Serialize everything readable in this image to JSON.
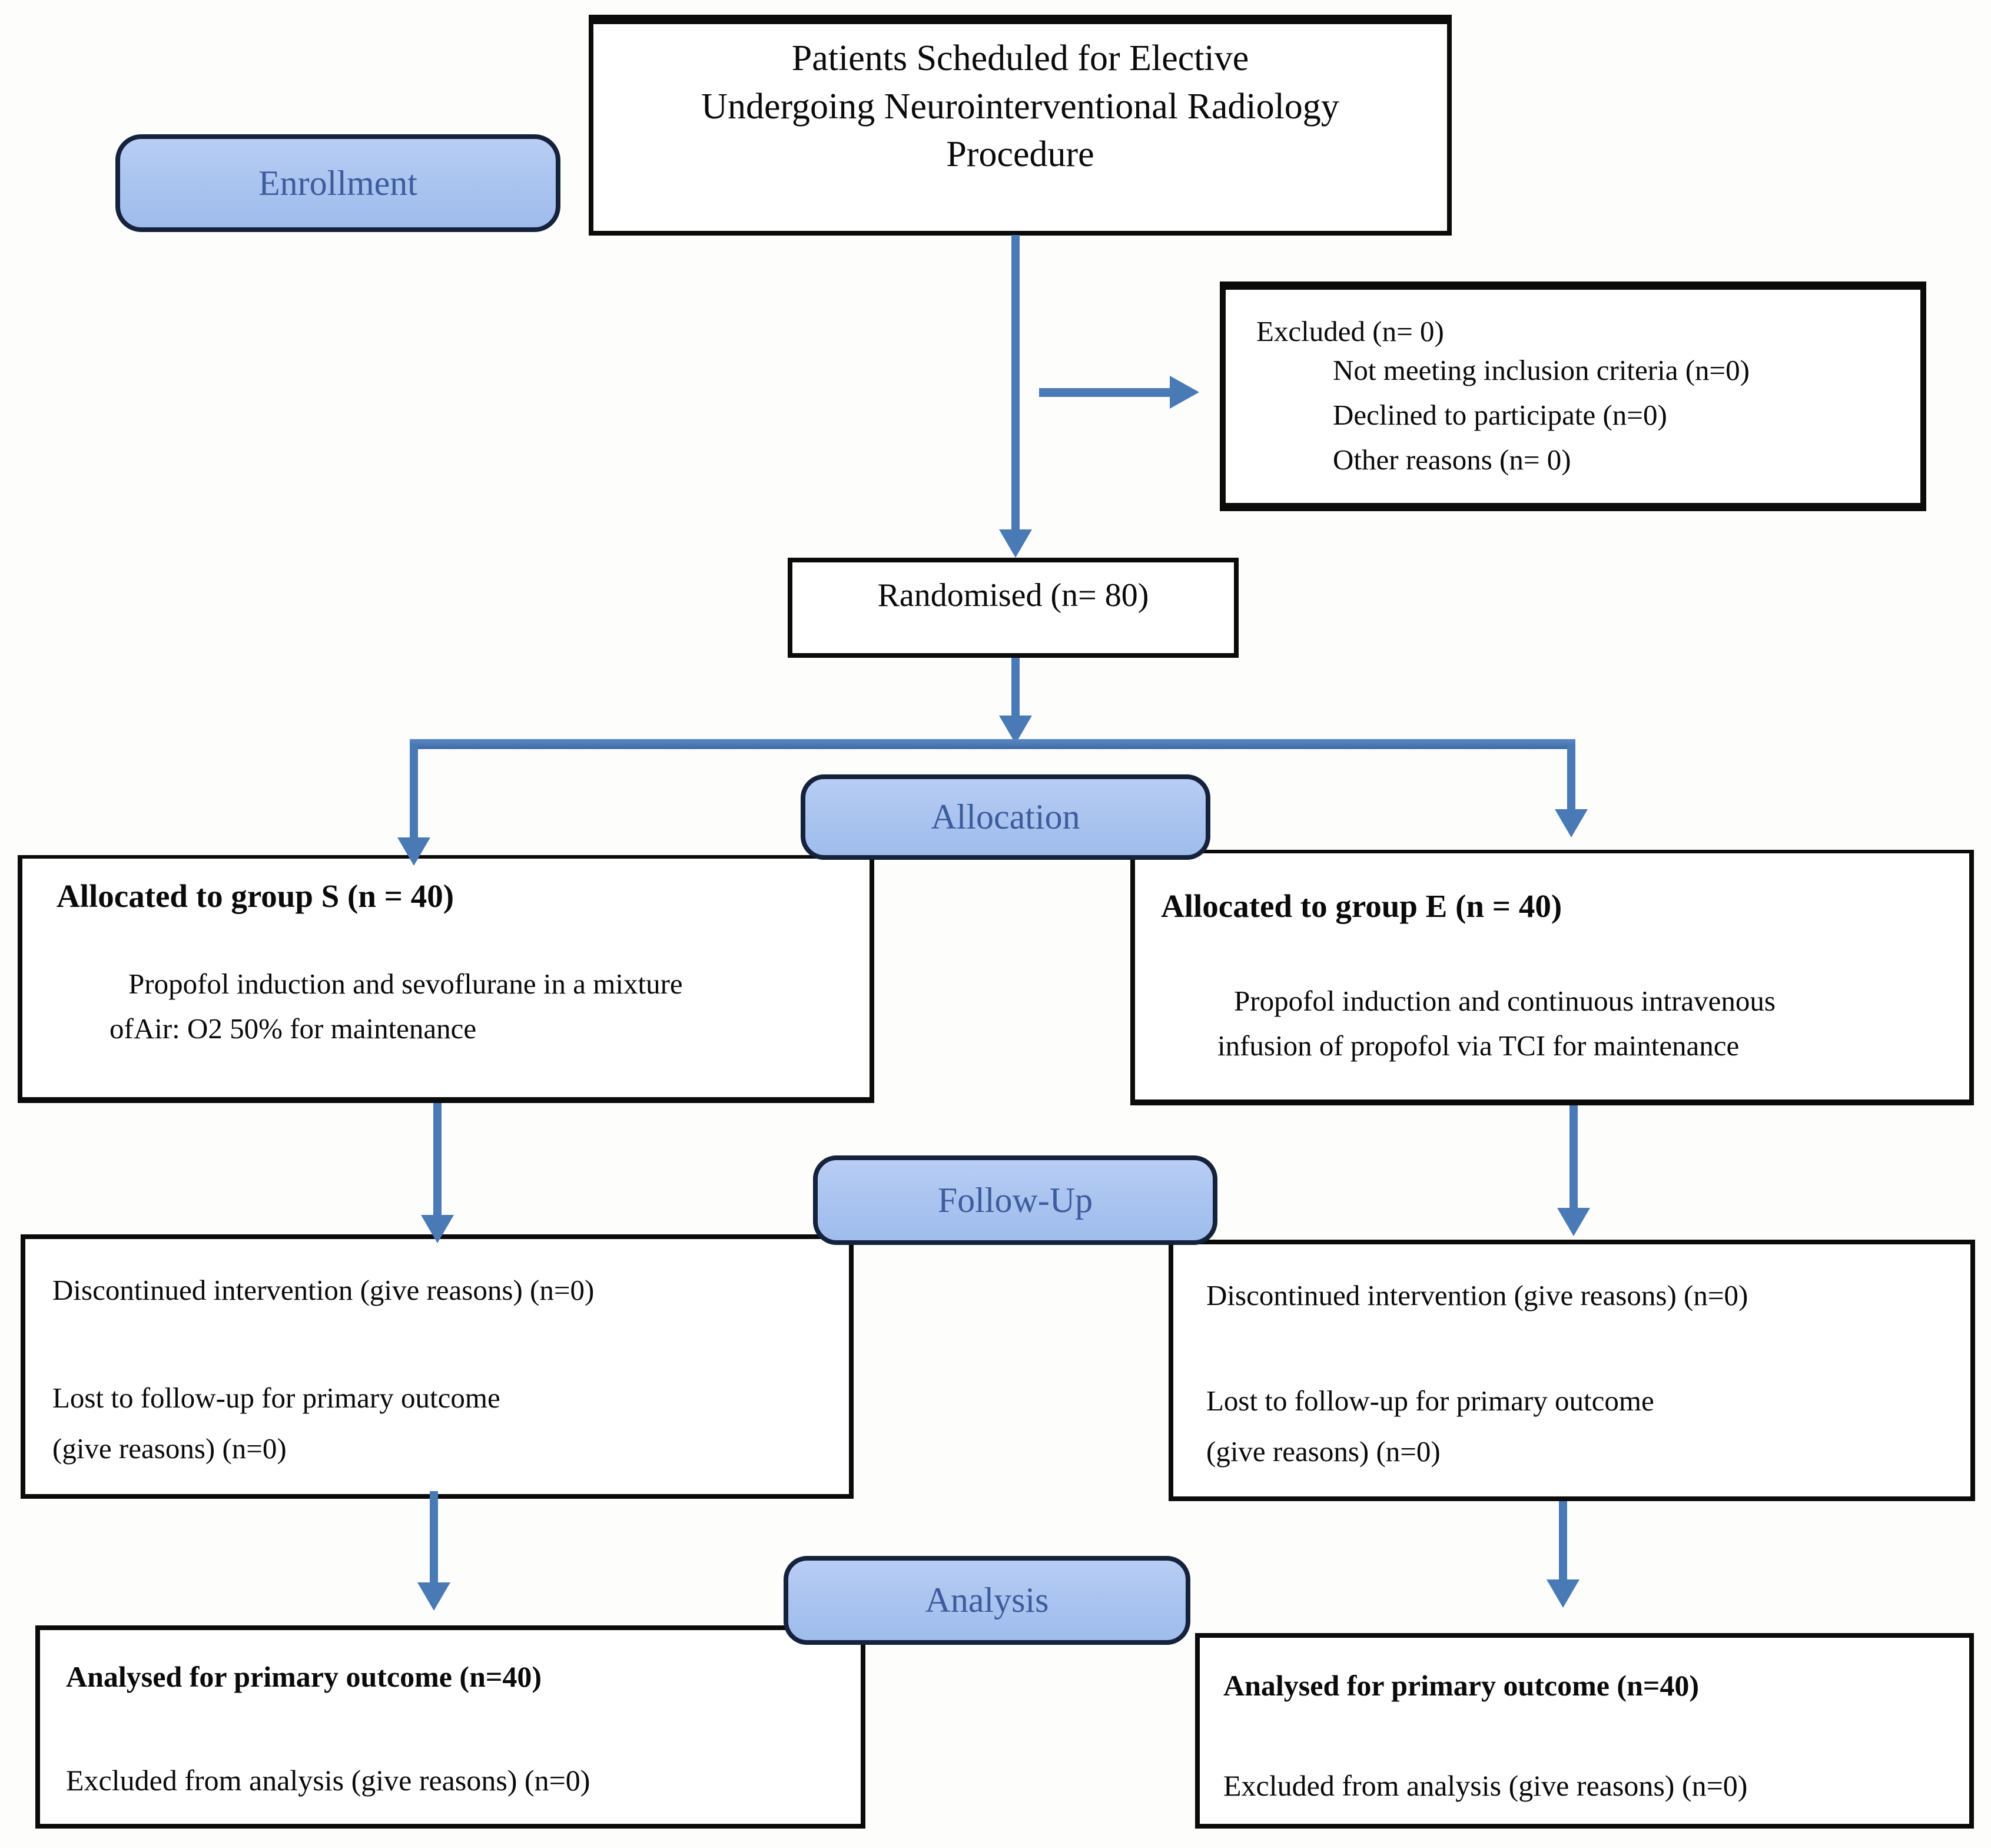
{
  "palette": {
    "badge_fill": "#abc5f0",
    "badge_border": "#15223c",
    "badge_text": "#3d5c9c",
    "arrow": "#4a7ab5",
    "box_border": "#0b0b0b"
  },
  "stages": {
    "enrollment_label": "Enrollment",
    "allocation_label": "Allocation",
    "followup_label": "Follow-Up",
    "analysis_label": "Analysis"
  },
  "nodes": {
    "population": {
      "lines": [
        "Patients Scheduled for Elective",
        "Undergoing Neurointerventional Radiology",
        "Procedure"
      ]
    },
    "excluded": {
      "title": "Excluded (n= 0)",
      "items": [
        "Not meeting inclusion criteria (n=0)",
        "Declined to participate (n=0)",
        "Other reasons (n= 0)"
      ]
    },
    "randomised": {
      "label": "Randomised (n= 80)"
    },
    "group_s": {
      "title": "Allocated to group S (n = 40)",
      "body_lines": [
        "Propofol induction and sevoflurane in a mixture",
        "ofAir: O2 50% for maintenance"
      ]
    },
    "group_e": {
      "title": "Allocated to group E (n = 40)",
      "body_lines": [
        "Propofol induction and continuous intravenous",
        "infusion of propofol via TCI for maintenance"
      ]
    },
    "followup_s": {
      "lines": [
        "Discontinued intervention (give reasons) (n=0)",
        "Lost to follow-up for primary outcome",
        "(give reasons) (n=0)"
      ]
    },
    "followup_e": {
      "lines": [
        "Discontinued intervention (give reasons) (n=0)",
        "Lost to follow-up for primary outcome",
        "(give reasons) (n=0)"
      ]
    },
    "analysis_s": {
      "title": "Analysed for primary outcome (n=40)",
      "line": "Excluded from analysis (give reasons) (n=0)"
    },
    "analysis_e": {
      "title": "Analysed for primary outcome (n=40)",
      "line": "Excluded from analysis (give reasons) (n=0)"
    }
  }
}
